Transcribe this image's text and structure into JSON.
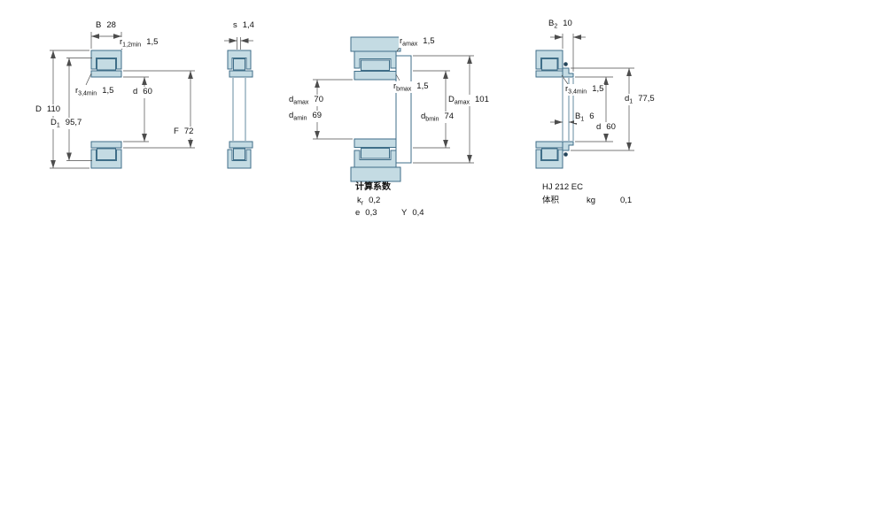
{
  "drawing": {
    "views": {
      "v1": {
        "dims": {
          "B": {
            "base": "B",
            "sub": "",
            "value": "28"
          },
          "r12": {
            "base": "r",
            "sub": "1,2min",
            "value": "1,5"
          },
          "D": {
            "base": "D",
            "sub": "",
            "value": "110"
          },
          "D1": {
            "base": "D",
            "sub": "1",
            "value": "95,7"
          },
          "r34": {
            "base": "r",
            "sub": "3,4min",
            "value": "1,5"
          },
          "d": {
            "base": "d",
            "sub": "",
            "value": "60"
          },
          "F": {
            "base": "F",
            "sub": "",
            "value": "72"
          }
        }
      },
      "v2": {
        "dims": {
          "s": {
            "base": "s",
            "sub": "",
            "value": "1,4"
          }
        }
      },
      "v3": {
        "dims": {
          "ra": {
            "base": "r",
            "sub": "amax",
            "value": "1,5"
          },
          "rb": {
            "base": "r",
            "sub": "bmax",
            "value": "1,5"
          },
          "damax": {
            "base": "d",
            "sub": "amax",
            "value": "70"
          },
          "damin": {
            "base": "d",
            "sub": "amin",
            "value": "69"
          },
          "dbmin": {
            "base": "d",
            "sub": "bmin",
            "value": "74"
          },
          "Damax": {
            "base": "D",
            "sub": "amax",
            "value": "101"
          }
        },
        "factors": {
          "title": "计算系数",
          "kr": {
            "base": "k",
            "sub": "r",
            "value": "0,2"
          },
          "e": {
            "base": "e",
            "sub": "",
            "value": "0,3"
          },
          "Y": {
            "base": "Y",
            "sub": "",
            "value": "0,4"
          }
        }
      },
      "v4": {
        "dims": {
          "B2": {
            "base": "B",
            "sub": "2",
            "value": "10"
          },
          "r34": {
            "base": "r",
            "sub": "3,4min",
            "value": "1,5"
          },
          "d1": {
            "base": "d",
            "sub": "1",
            "value": "77,5"
          },
          "B1": {
            "base": "B",
            "sub": "1",
            "value": "6"
          },
          "d": {
            "base": "d",
            "sub": "",
            "value": "60"
          }
        },
        "info": {
          "designation": "HJ 212 EC",
          "mass_label": "体积",
          "mass_unit": "kg",
          "mass_value": "0,1"
        }
      }
    },
    "colors": {
      "part_fill": "#c4dbe3",
      "part_stroke": "#3f6e88",
      "dim_line": "#4d4d4d"
    }
  }
}
